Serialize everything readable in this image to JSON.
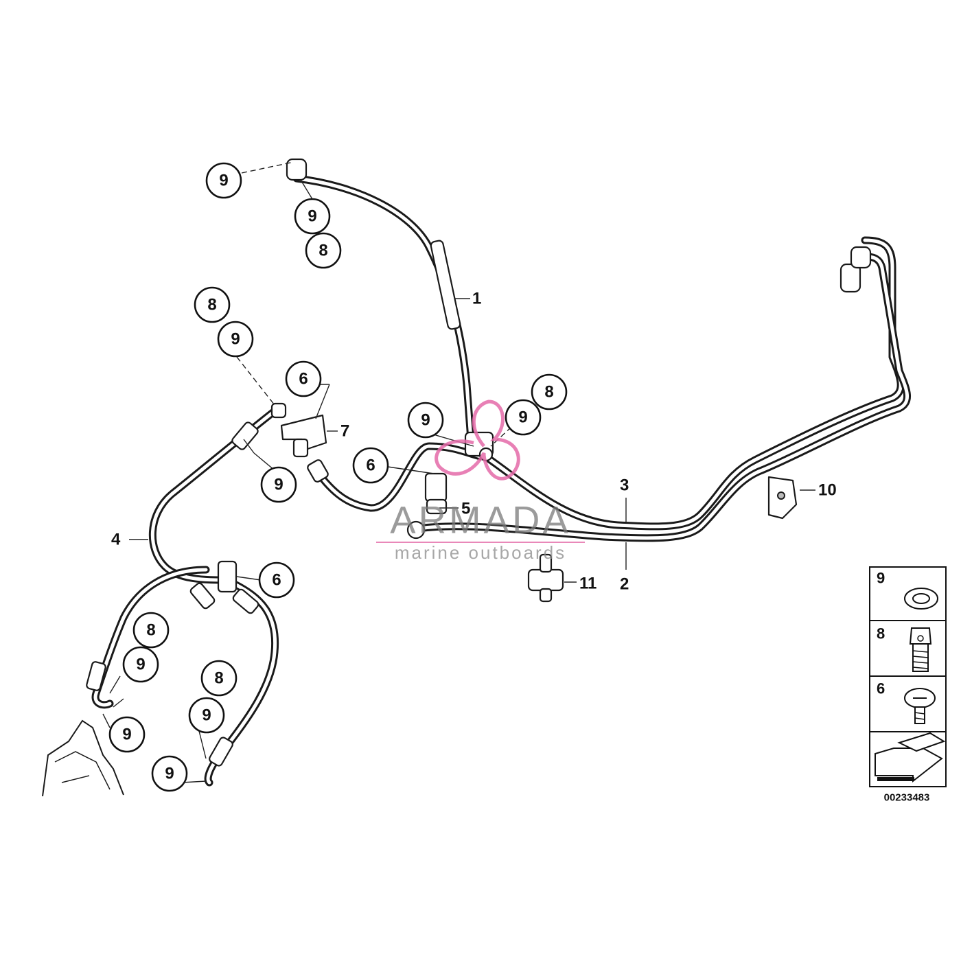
{
  "diagram": {
    "reference_code": "00233483",
    "watermark": {
      "brand": "ARMADA",
      "tagline": "marine outboards",
      "logo_color": "#e46aa8"
    },
    "callouts": {
      "c9_top": "9",
      "c9_top2": "9",
      "c8_top": "8",
      "c8_mid": "8",
      "c9_mid": "9",
      "c6_a": "6",
      "c9_b": "9",
      "c6_b": "6",
      "c9_c": "9",
      "c9_d": "9",
      "c8_d": "8",
      "c6_c": "6",
      "c8_e": "8",
      "c9_e": "9",
      "c9_f": "9",
      "c8_g": "8",
      "c9_g": "9",
      "c9_h": "9"
    },
    "part_labels": {
      "p1": "1",
      "p2": "2",
      "p3": "3",
      "p4": "4",
      "p5": "5",
      "p7": "7",
      "p10": "10",
      "p11": "11"
    },
    "legend": {
      "items": [
        "9",
        "8",
        "6"
      ]
    }
  }
}
